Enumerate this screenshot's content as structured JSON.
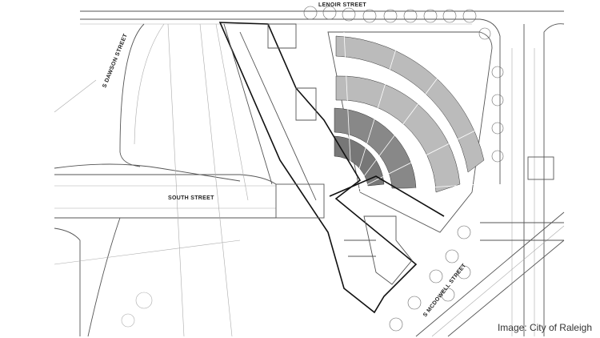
{
  "plan": {
    "streets": {
      "lenoir": "LENOIR STREET",
      "dawson": "S DAWSON STREET",
      "south": "SOUTH STREET",
      "mcdowell": "S MCDOWELL STREET"
    }
  },
  "caption": "Image: City of Raleigh"
}
